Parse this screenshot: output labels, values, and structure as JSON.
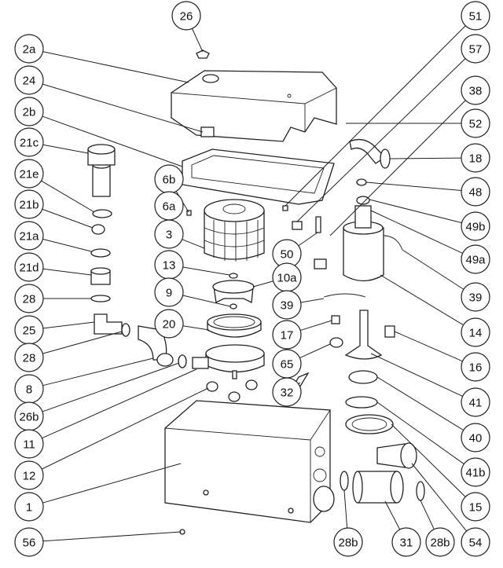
{
  "title": "Exploded parts diagram",
  "callouts": [
    "26",
    "2a",
    "24",
    "2b",
    "21c",
    "21e",
    "21b",
    "21a",
    "21d",
    "28",
    "25",
    "28",
    "8",
    "26b",
    "11",
    "12",
    "1",
    "56",
    "6b",
    "6a",
    "3",
    "13",
    "9",
    "20",
    "50",
    "10a",
    "39",
    "17",
    "65",
    "32",
    "51",
    "57",
    "38",
    "52",
    "18",
    "48",
    "49b",
    "49a",
    "39",
    "14",
    "16",
    "41",
    "40",
    "41b",
    "15",
    "54",
    "28b",
    "31",
    "28b"
  ]
}
